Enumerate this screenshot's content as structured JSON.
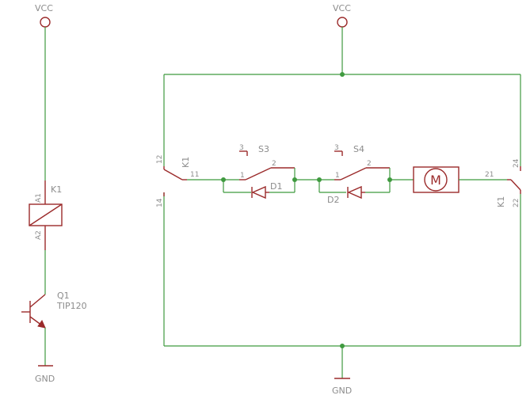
{
  "colors": {
    "wire": "#3f9a3f",
    "part": "#9b2b2b",
    "label": "#8c8c8c",
    "background": "#ffffff"
  },
  "left": {
    "vcc_label": "VCC",
    "gnd_label": "GND",
    "relay": {
      "name": "K1",
      "pin_top": "A1",
      "pin_bottom": "A2"
    },
    "transistor": {
      "name": "Q1",
      "value": "TIP120"
    }
  },
  "right": {
    "vcc_label": "VCC",
    "gnd_label": "GND",
    "relay_contact_left": {
      "name": "K1",
      "pin_nc": "12",
      "pin_com": "11",
      "pin_no": "14"
    },
    "relay_contact_right": {
      "name": "K1",
      "pin_com": "21",
      "pin_no": "24",
      "pin_nc": "22"
    },
    "switch_s3": {
      "name": "S3",
      "pin1": "1",
      "pin2": "2",
      "pin3": "3"
    },
    "switch_s4": {
      "name": "S4",
      "pin1": "1",
      "pin2": "2",
      "pin3": "3"
    },
    "diode_d1": {
      "name": "D1"
    },
    "diode_d2": {
      "name": "D2"
    },
    "motor": {
      "symbol": "M"
    }
  }
}
